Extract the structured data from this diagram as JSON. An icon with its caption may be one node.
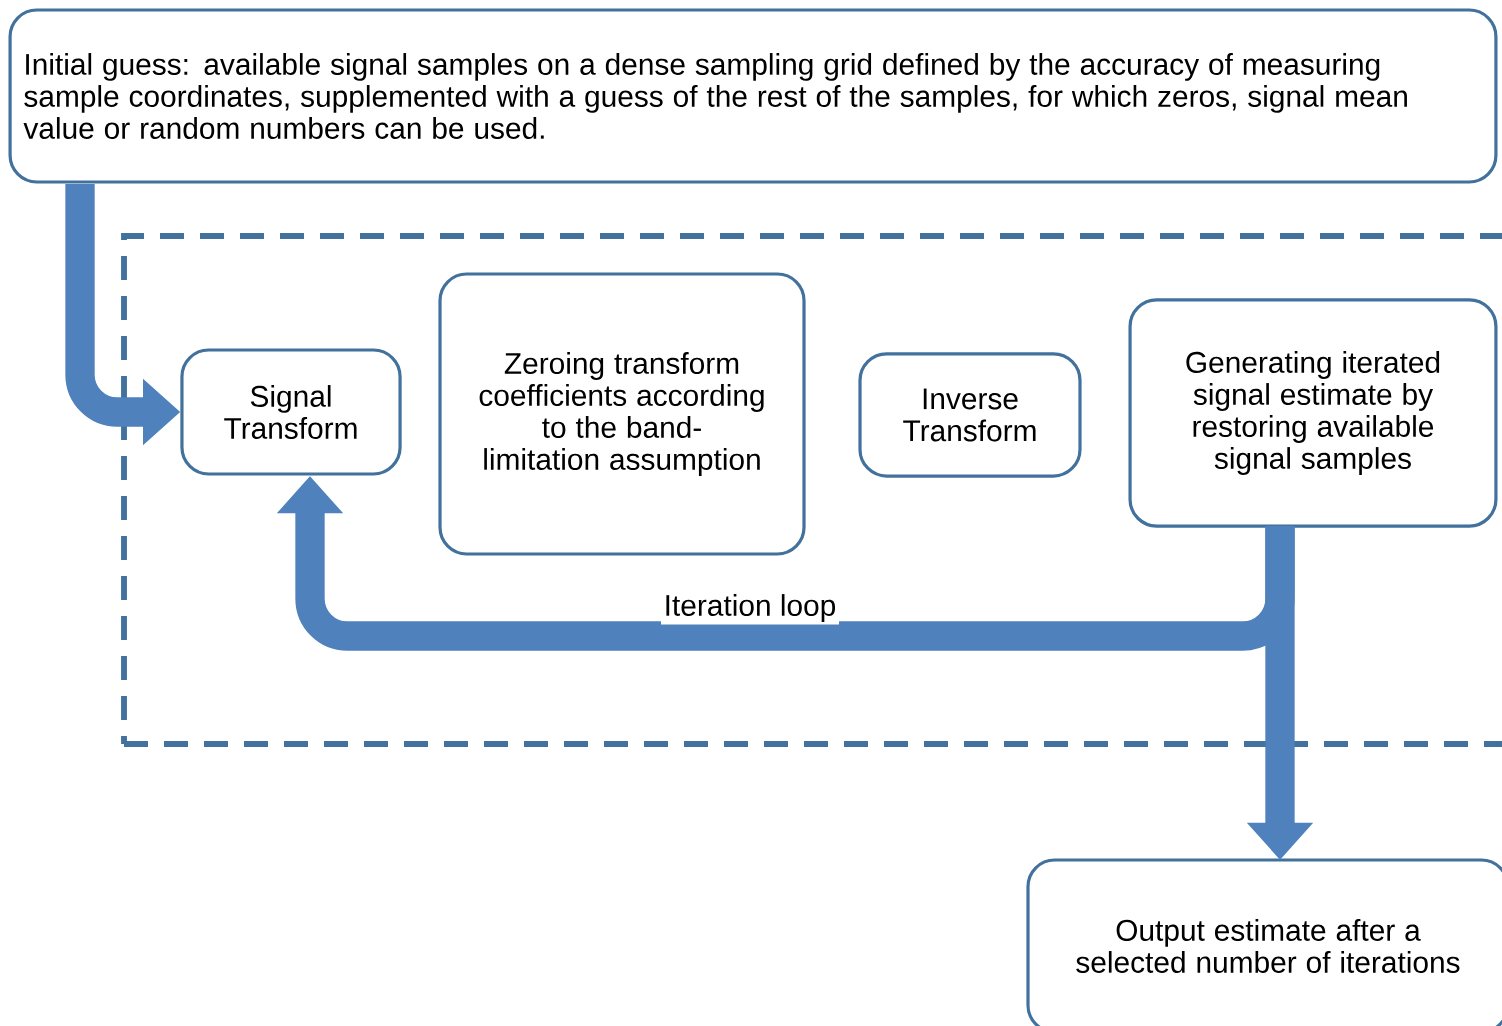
{
  "diagram": {
    "nodes": [
      {
        "text": [
          "Initial guess: available signal samples on a dense sampling grid defined by the accuracy of measuring sample coordinates, supplemented with a guess of the rest of the samples, for which zeros, signal mean value or random numbers can be used."
        ]
      },
      {
        "text": [],
        "shape": "box"
      },
      {
        "text": [
          "Signal Transform"
        ],
        "in": 1
      },
      {
        "text": [
          "Zeroing transform coefficients according to the band-limitation assumption"
        ],
        "in": 1
      },
      {
        "text": [
          "Inverse Transform"
        ],
        "in": 1
      },
      {
        "text": [
          "Generating iterated signal estimate by restoring available signal samples"
        ],
        "in": 1
      },
      {
        "text": [
          "Output estimate after a selected number of iterations"
        ]
      }
    ],
    "edges": [
      {
        "from": 0,
        "to": 2,
        "arrow": "to"
      },
      {
        "from": 5,
        "to": 2,
        "arrow": "to",
        "label": "Iteration loop"
      },
      {
        "from": 5,
        "to": 6,
        "arrow": "to"
      }
    ]
  }
}
